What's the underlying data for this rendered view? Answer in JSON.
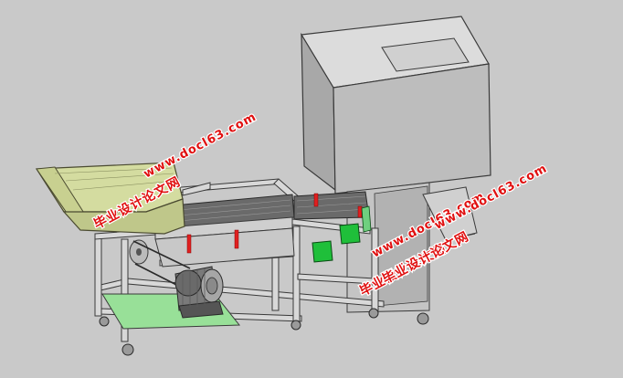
{
  "scene": {
    "colors": {
      "background": "#c9c9c9",
      "frame": "#d8d8d8",
      "frame_edge": "#3a3a3a",
      "hopper": "#d4dca0",
      "hopper_edge": "#4a4a30",
      "green_panel": "#98e098",
      "green_part": "#1fbf3a",
      "mesh": "#5a5a5a",
      "red_bar": "#e02020",
      "motor": "#7a7a7a",
      "housing_top": "#dcdcdc",
      "housing_front": "#bdbdbd",
      "housing_side": "#a8a8a8",
      "watermark": "#e01010"
    }
  },
  "watermarks": [
    {
      "site": "www.docl63.com",
      "label": "毕业设计论文网"
    },
    {
      "site": "www.docl63.com",
      "label": "毕业设计论文网"
    },
    {
      "site": "www.docl63.com",
      "label": "毕业设计论文网"
    }
  ]
}
